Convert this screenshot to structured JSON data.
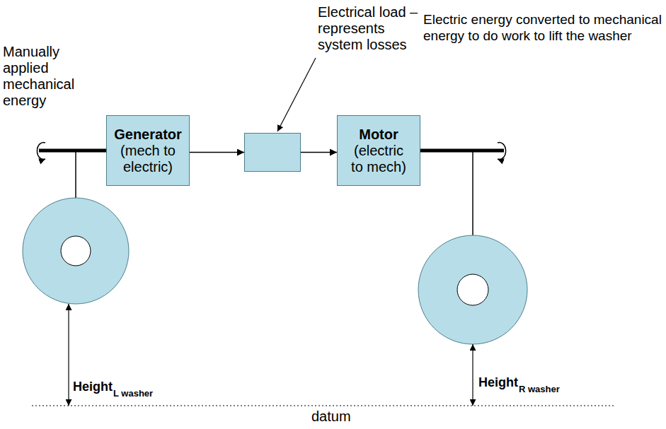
{
  "diagram": {
    "nodes": [
      {
        "text": [
          "Generator",
          "(mech to electric)"
        ]
      },
      {
        "text": [
          "Electrical load – represents system losses"
        ]
      },
      {
        "text": [
          "Motor",
          "(electric to mech)"
        ]
      }
    ],
    "edges": [
      {
        "from": 0,
        "to": 1,
        "arrow": "to"
      },
      {
        "from": 1,
        "to": 2,
        "arrow": "to"
      }
    ],
    "labels": [
      "Manually applied mechanical energy",
      "Electric energy converted to mechanical energy to do work to lift the washer",
      "Height",
      "L washer",
      "Height",
      "R washer",
      "datum"
    ]
  }
}
